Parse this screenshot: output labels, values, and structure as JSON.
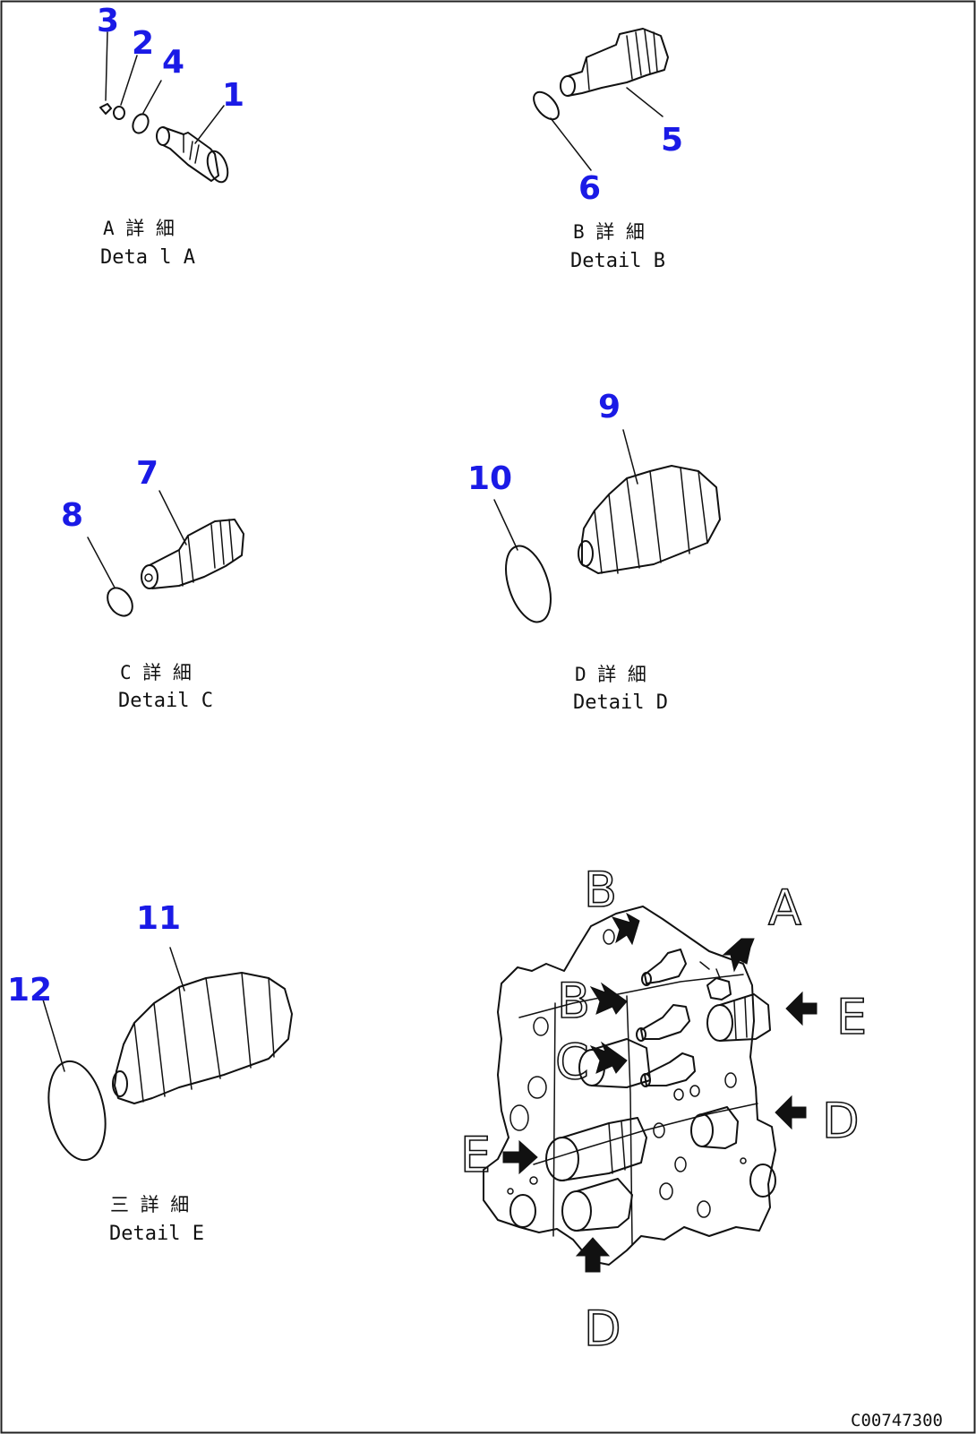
{
  "callouts": [
    "1",
    "2",
    "3",
    "4",
    "5",
    "6",
    "7",
    "8",
    "9",
    "10",
    "11",
    "12"
  ],
  "details": {
    "a": {
      "jp": "A 詳 細",
      "en": "Deta l A"
    },
    "b": {
      "jp": "B 詳 細",
      "en": "Detail B"
    },
    "c": {
      "jp": "C 詳 細",
      "en": "Detail C"
    },
    "d": {
      "jp": "D 詳 細",
      "en": "Detail D"
    },
    "e": {
      "jp": "三 詳 細",
      "en": "Detail E"
    }
  },
  "view_letters": {
    "b_top": "B",
    "a": "A",
    "b_mid": "B",
    "e_right": "E",
    "c": "C",
    "d_right": "D",
    "e_left": "E",
    "d_bottom": "D"
  },
  "drawing_code": "C00747300",
  "colors": {
    "callout": "#1a1ae6",
    "line": "#111111",
    "background": "#ffffff"
  }
}
